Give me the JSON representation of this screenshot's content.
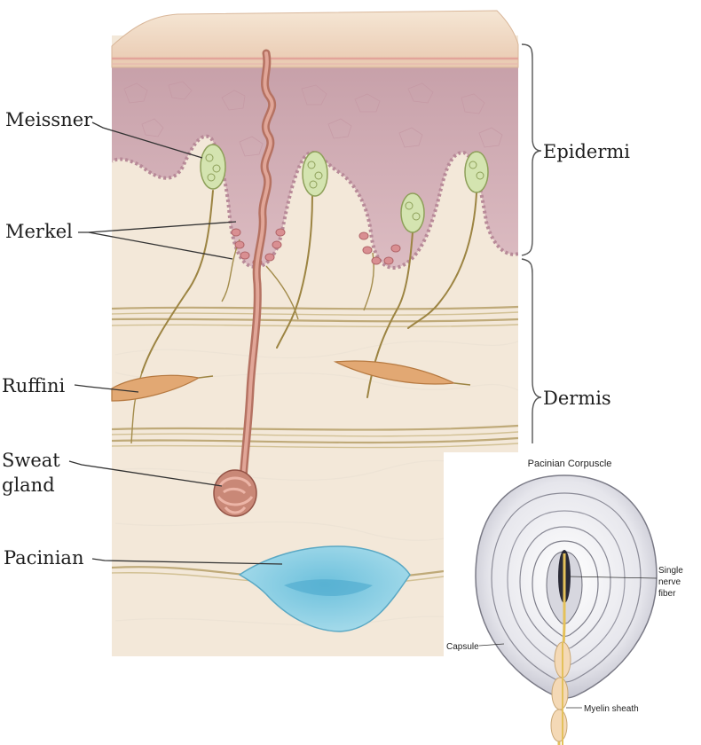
{
  "labels": {
    "meissner": "Meissner",
    "merkel": "Merkel",
    "ruffini": "Ruffini",
    "sweat_line1": "Sweat",
    "sweat_line2": "gland",
    "pacinian": "Pacinian",
    "epidermis": "Epidermi",
    "dermis": "Dermis"
  },
  "inset": {
    "title": "Pacinian Corpuscle",
    "nerve_line1": "Single",
    "nerve_line2": "nerve",
    "nerve_line3": "fiber",
    "capsule": "Capsule",
    "myelin": "Myelin sheath"
  },
  "colors": {
    "skin_surface": "#f1dcc4",
    "epidermis": "#d5b0b8",
    "dermis": "#f3e8d9",
    "nerve": "#9c8442",
    "meissner": "#d4e4b0",
    "merkel": "#d98f92",
    "ruffini": "#e2a873",
    "sweat_gland": "#c98877",
    "pacinian": "#8fd0e3"
  }
}
